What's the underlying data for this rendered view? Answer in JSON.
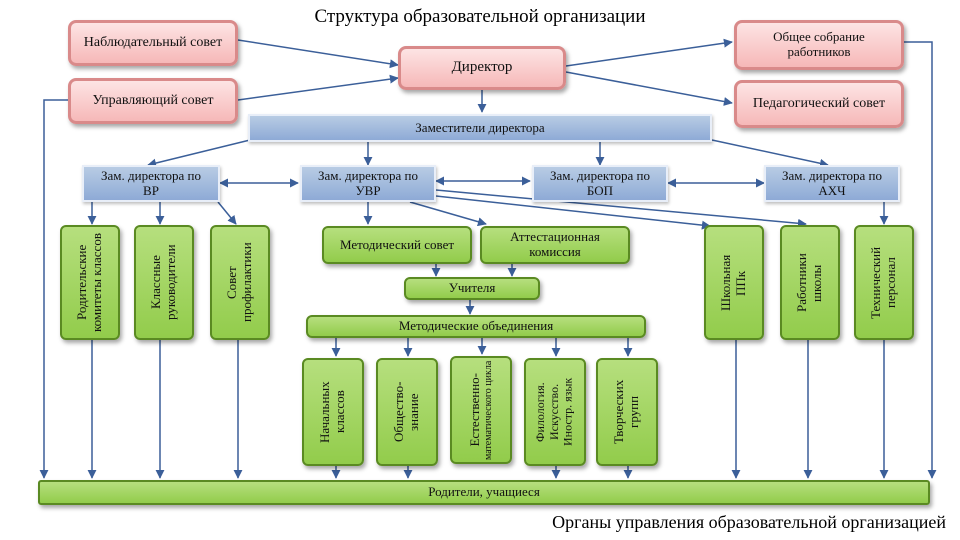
{
  "title": "Структура образовательной организации",
  "footer": "Органы управления образовательной организацией",
  "nodes": {
    "nabl": "Наблюдательный совет",
    "uprav": "Управляющий совет",
    "director": "Директор",
    "obshee": "Общее собрание работников",
    "ped": "Педагогический совет",
    "zam": "Заместители директора",
    "vr": "Зам. директора по ВР",
    "uvr": "Зам. директора по УВР",
    "bop": "Зам. директора по БОП",
    "ahch": "Зам. директора по АХЧ",
    "rodkom": "Родительские комитеты классов",
    "klruk": "Классные руководители",
    "sovprof": "Совет профилактики",
    "metsov": "Методический совет",
    "attest": "Аттестационная комиссия",
    "uchitelya": "Учителя",
    "metob": "Методические объединения",
    "nach": "Начальных классов",
    "obsh": "Общество-знание",
    "estest_a": "Естественно-",
    "estest_b": "математического цикла",
    "filol": "Филология. Искусство. Иностр. язык",
    "tvor": "Творческих групп",
    "ppk": "Школьная ППк",
    "rabot": "Работники школы",
    "tech": "Технический персонал",
    "roditeli": "Родители, учащиеся"
  },
  "colors": {
    "pink_border": "#d98a8a",
    "blue_fill": "#8eaad6",
    "green_fill": "#92cc4b",
    "arrow": "#3b5f99"
  }
}
